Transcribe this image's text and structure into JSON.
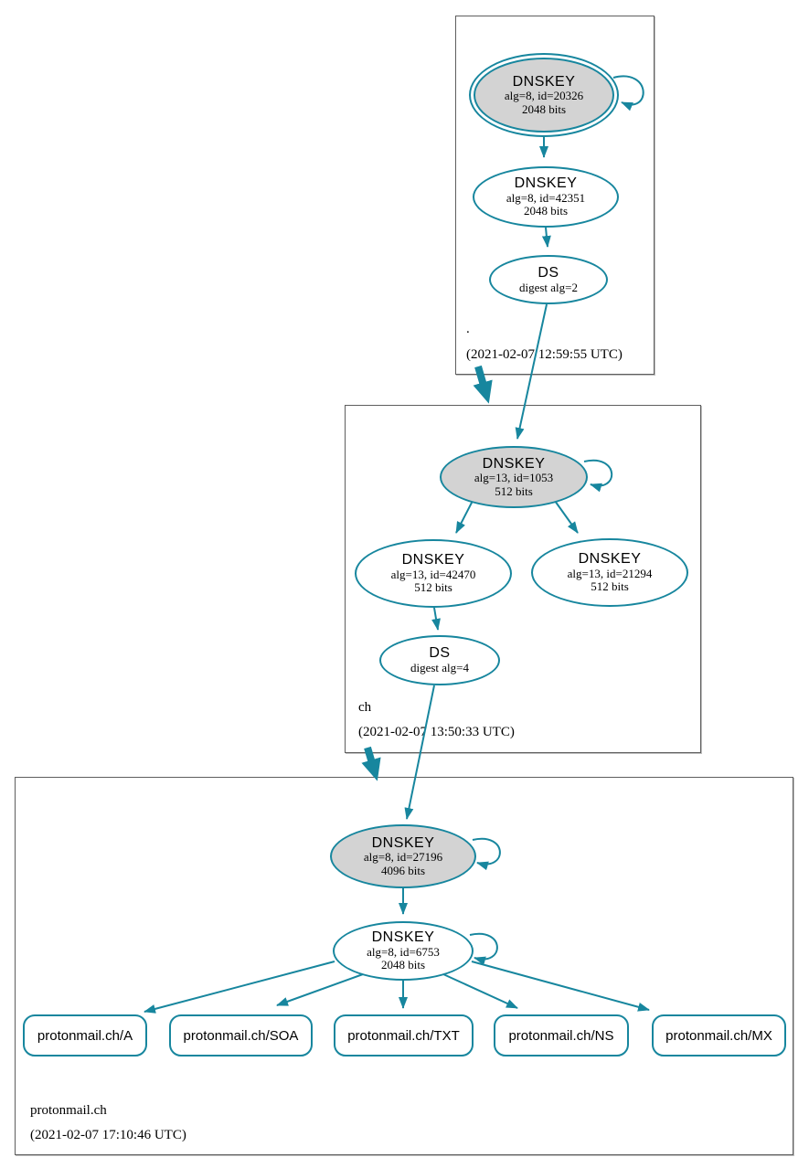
{
  "colors": {
    "secure": "#17869e",
    "key_fill": "#d3d3d3"
  },
  "zones": [
    {
      "name": ".",
      "timestamp": "(2021-02-07 12:59:55 UTC)",
      "ksk": {
        "title": "DNSKEY",
        "params": "alg=8, id=20326",
        "bits": "2048 bits"
      },
      "zsk": {
        "title": "DNSKEY",
        "params": "alg=8, id=42351",
        "bits": "2048 bits"
      },
      "ds": {
        "title": "DS",
        "params": "digest alg=2"
      }
    },
    {
      "name": "ch",
      "timestamp": "(2021-02-07 13:50:33 UTC)",
      "ksk": {
        "title": "DNSKEY",
        "params": "alg=13, id=1053",
        "bits": "512 bits"
      },
      "zsk1": {
        "title": "DNSKEY",
        "params": "alg=13, id=42470",
        "bits": "512 bits"
      },
      "zsk2": {
        "title": "DNSKEY",
        "params": "alg=13, id=21294",
        "bits": "512 bits"
      },
      "ds": {
        "title": "DS",
        "params": "digest alg=4"
      }
    },
    {
      "name": "protonmail.ch",
      "timestamp": "(2021-02-07 17:10:46 UTC)",
      "ksk": {
        "title": "DNSKEY",
        "params": "alg=8, id=27196",
        "bits": "4096 bits"
      },
      "zsk": {
        "title": "DNSKEY",
        "params": "alg=8, id=6753",
        "bits": "2048 bits"
      },
      "rrsets": [
        {
          "label": "protonmail.ch/A"
        },
        {
          "label": "protonmail.ch/SOA"
        },
        {
          "label": "protonmail.ch/TXT"
        },
        {
          "label": "protonmail.ch/NS"
        },
        {
          "label": "protonmail.ch/MX"
        }
      ]
    }
  ]
}
